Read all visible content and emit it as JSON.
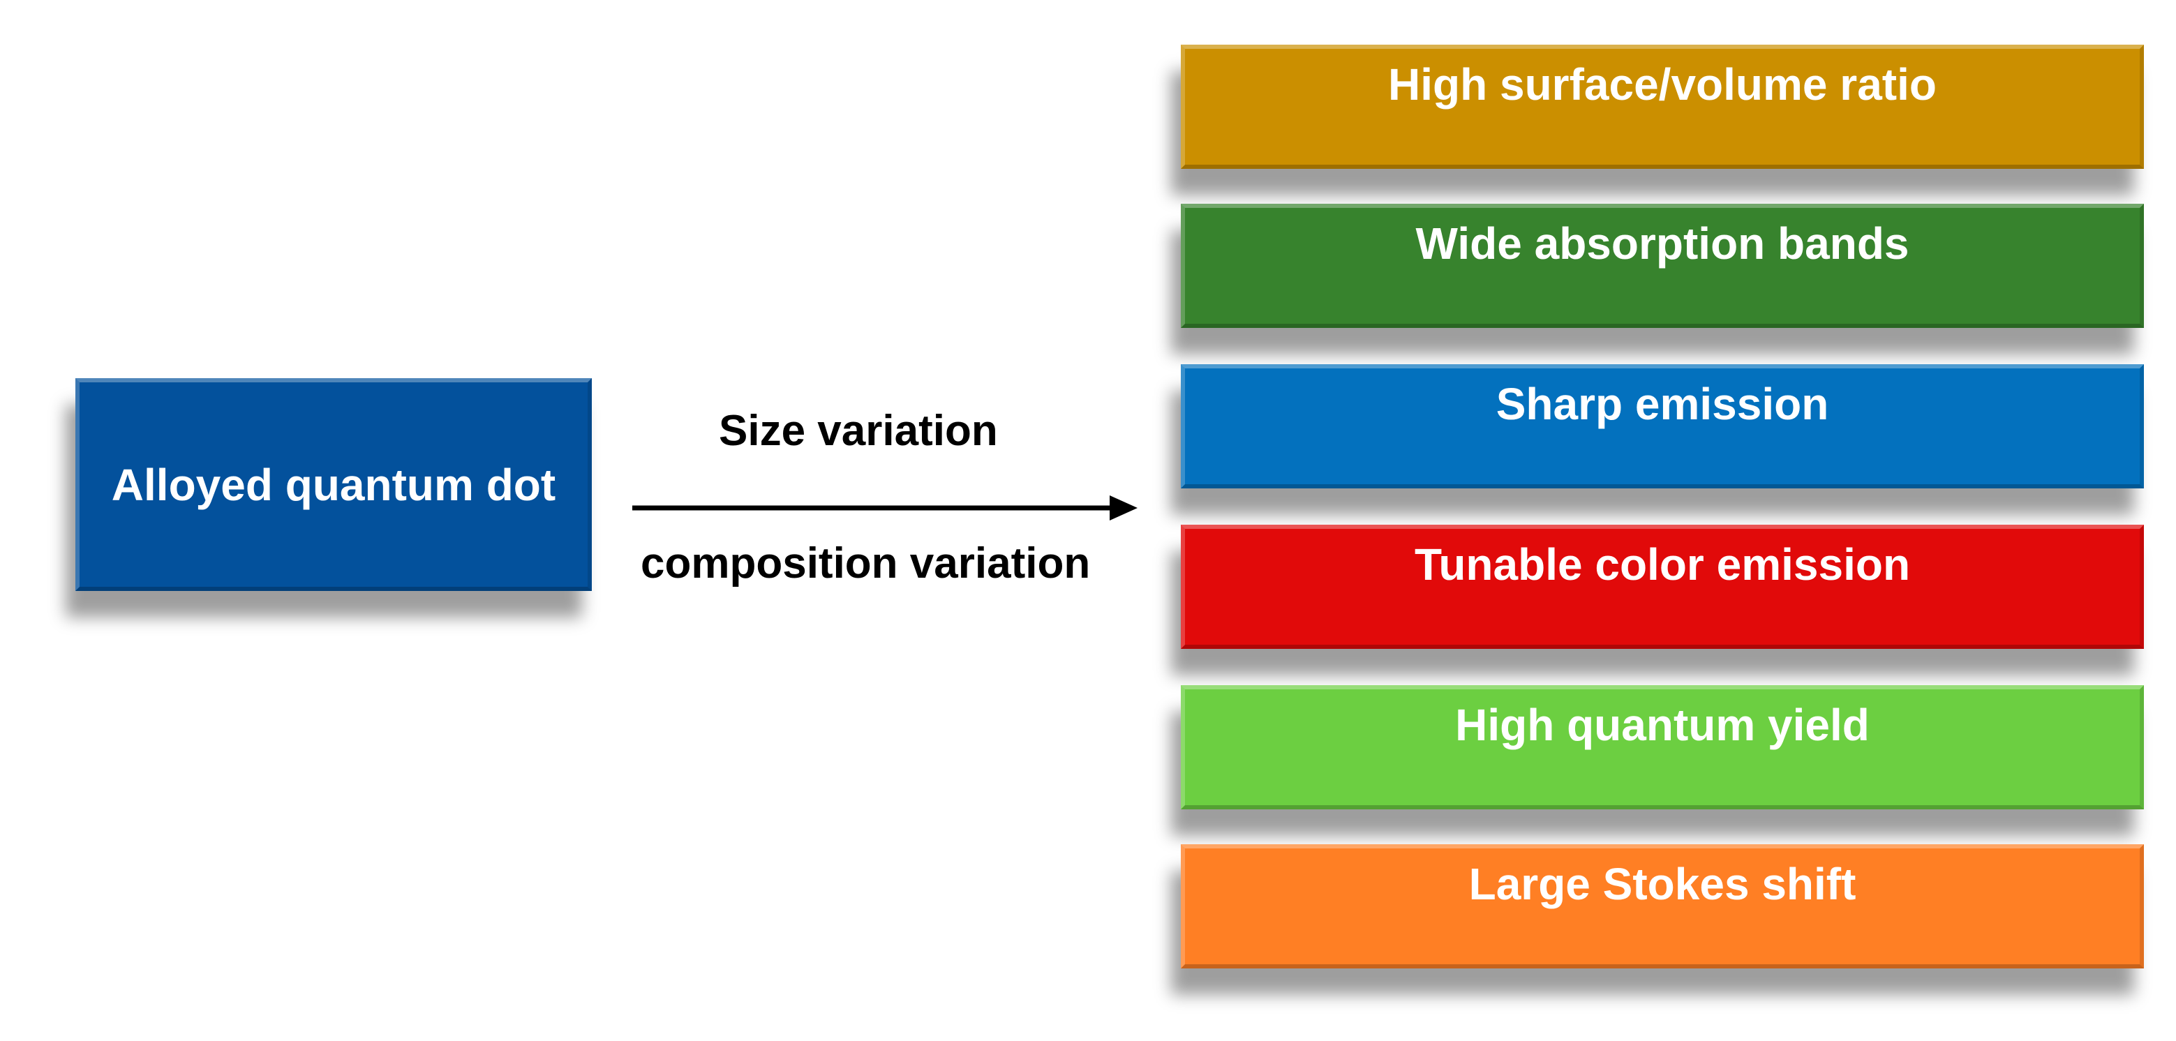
{
  "source": {
    "label": "Alloyed quantum dot",
    "color": "#03519C"
  },
  "arrow": {
    "label_top": "Size variation",
    "label_bottom": "composition variation"
  },
  "properties": [
    {
      "label": "High surface/volume ratio",
      "color": "#CB8F00"
    },
    {
      "label": "Wide absorption bands",
      "color": "#37832D"
    },
    {
      "label": "Sharp emission",
      "color": "#0371BE"
    },
    {
      "label": "Tunable color emission",
      "color": "#E10A0A"
    },
    {
      "label": "High quantum yield",
      "color": "#6CCF41"
    },
    {
      "label": "Large Stokes shift",
      "color": "#FF7F24"
    }
  ]
}
